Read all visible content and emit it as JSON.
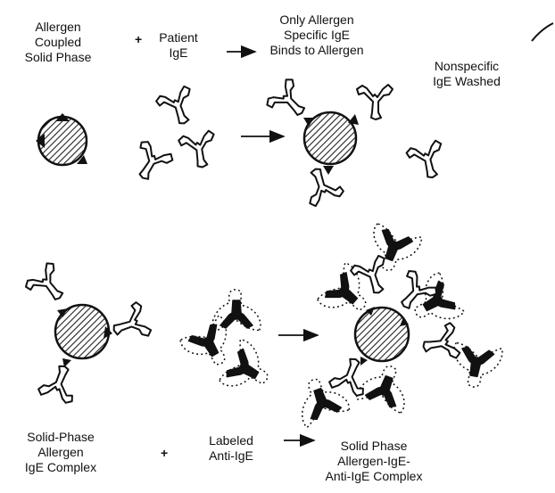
{
  "top_row": {
    "allergen_solid_phase": "Allergen\nCoupled\nSolid Phase",
    "plus": "+",
    "patient_ige": "Patient\nIgE",
    "only_allergen_specific": "Only Allergen\nSpecific IgE\nBinds to Allergen",
    "nonspecific_washed": "Nonspecific\nIgE Washed"
  },
  "bottom_row": {
    "solid_phase_complex": "Solid-Phase\nAllergen\nIgE Complex",
    "plus": "+",
    "labeled_anti_ige": "Labeled\nAnti-IgE",
    "result_complex": "Solid Phase\nAllergen-IgE-\nAnti-IgE Complex"
  },
  "colors": {
    "ink": "#111111",
    "paper": "#ffffff",
    "hatch": "#222222"
  },
  "icons": [
    "solid-phase-bead",
    "ige-antibody",
    "labeled-anti-ige-antibody",
    "allergen-triangle",
    "arrow"
  ]
}
